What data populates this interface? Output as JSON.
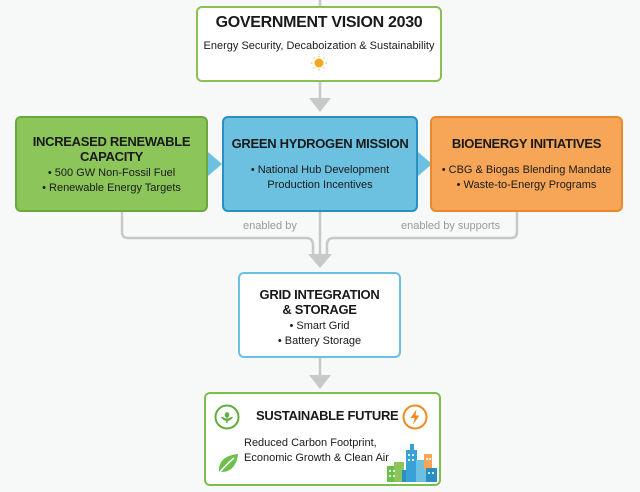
{
  "diagram": {
    "vision": {
      "title": "GOVERNMENT VISION 2030",
      "subtitle": "Energy Security, Decaboization & Sustainability",
      "icon": "sun-icon"
    },
    "pillars": [
      {
        "id": "renewable",
        "title_line1": "INCREASED RENEWABLE",
        "title_line2": "CAPACITY",
        "bullets": [
          "• 500 GW Non-Fossil Fuel",
          "• Renewable Energy Targets"
        ],
        "color": "#8cc65a"
      },
      {
        "id": "hydrogen",
        "title": "GREEN HYDROGEN MISSION",
        "bullets": [
          "• National Hub Development",
          "Production Incentives"
        ],
        "color": "#6cc0e0"
      },
      {
        "id": "bioenergy",
        "title": "BIOENERGY INITIATIVES",
        "bullets": [
          "• CBG & Biogas Blending Mandate",
          "• Waste-to-Energy Programs"
        ],
        "color": "#f6a656"
      }
    ],
    "edge_labels": {
      "left": "enabled by",
      "right": "enabled by supports"
    },
    "grid": {
      "title_line1": "GRID INTEGRATION",
      "title_line2": "& STORAGE",
      "bullets": [
        "• Smart Grid",
        "• Battery Storage"
      ]
    },
    "future": {
      "title": "SUSTAINABLE FUTURE",
      "desc_line1": "Reduced Carbon Footprint,",
      "desc_line2": "Economic Growth & Clean Air",
      "icons": [
        "plant-circle-icon",
        "lightning-circle-icon",
        "leaf-icon",
        "city-icon"
      ]
    },
    "colors": {
      "green": "#8cc65a",
      "blue": "#6cc0e0",
      "orange": "#f6a656",
      "connector": "#c8c8c8"
    }
  }
}
